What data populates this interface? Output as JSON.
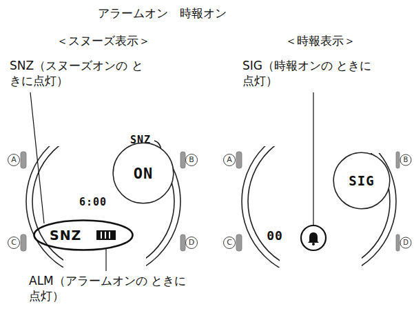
{
  "diagram": {
    "title": "アラームオン　時報オン",
    "nodes": [
      {
        "text": [
          "ON"
        ]
      },
      {
        "text": [
          "SNZ"
        ]
      },
      {
        "text": [
          "SIG"
        ]
      }
    ],
    "labels": [
      "＜スヌーズ表示＞",
      "＜時報表示＞",
      "SNZ（スヌーズオンの ときに点灯）",
      "SIG（時報オンの ときに点灯）",
      "SNZ",
      "6:00",
      "ALM（アラームオンの ときに点灯）",
      "00",
      "A",
      "B",
      "C",
      "D",
      "A",
      "B",
      "C",
      "D"
    ]
  }
}
